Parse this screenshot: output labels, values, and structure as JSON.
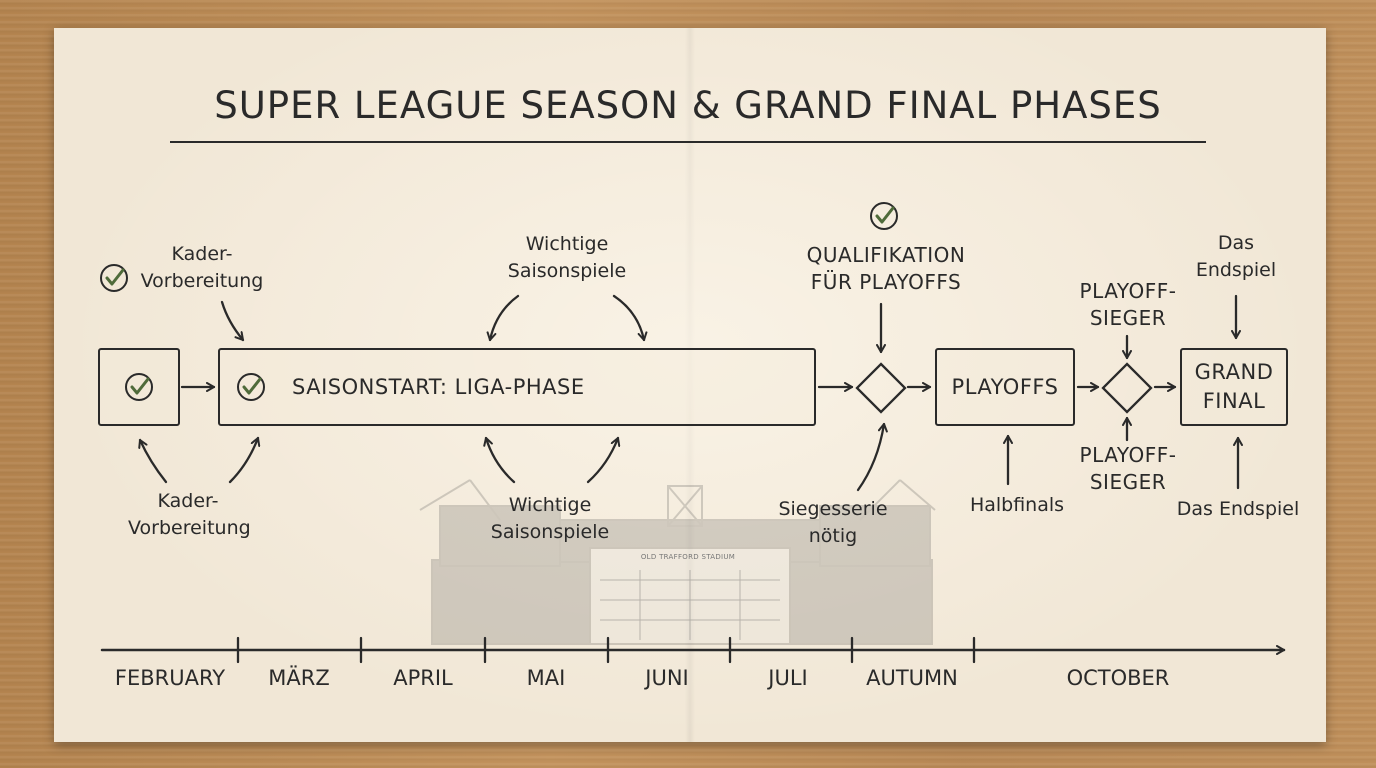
{
  "title": "SUPER LEAGUE SEASON & GRAND FINAL PHASES",
  "stadium_sign": "OLD TRAFFORD STADIUM",
  "labels": {
    "kader_top": [
      "Kader-",
      "Vorbereitung"
    ],
    "kader_bottom": [
      "Kader-",
      "Vorbereitung"
    ],
    "wichtige_top": [
      "Wichtige",
      "Saisonspiele"
    ],
    "wichtige_bottom": [
      "Wichtige",
      "Saisonspiele"
    ],
    "qualifikation": [
      "QUALIFIKATION",
      "FÜR PLAYOFFS"
    ],
    "siegesserie": [
      "Siegesserie",
      "nötig"
    ],
    "halbfinals": "Halbfinals",
    "playoff_sieger_top": [
      "PLAYOFF-",
      "SIEGER"
    ],
    "playoff_sieger_bottom": [
      "PLAYOFF-",
      "SIEGER"
    ],
    "endspiel_top": [
      "Das",
      "Endspiel"
    ],
    "endspiel_bottom": "Das Endspiel"
  },
  "boxes": {
    "liga": "SAISONSTART: LIGA-PHASE",
    "playoffs": "PLAYOFFS",
    "grand_final": [
      "GRAND",
      "FINAL"
    ]
  },
  "timeline": {
    "months": [
      "FEBRUARY",
      "MÄRZ",
      "APRIL",
      "MAI",
      "JUNI",
      "JULI",
      "AUTUMN",
      "OCTOBER"
    ]
  },
  "colors": {
    "check_green": "#4f6b3a",
    "ink": "#2a2a2a",
    "paper": "#f1e7d6"
  }
}
